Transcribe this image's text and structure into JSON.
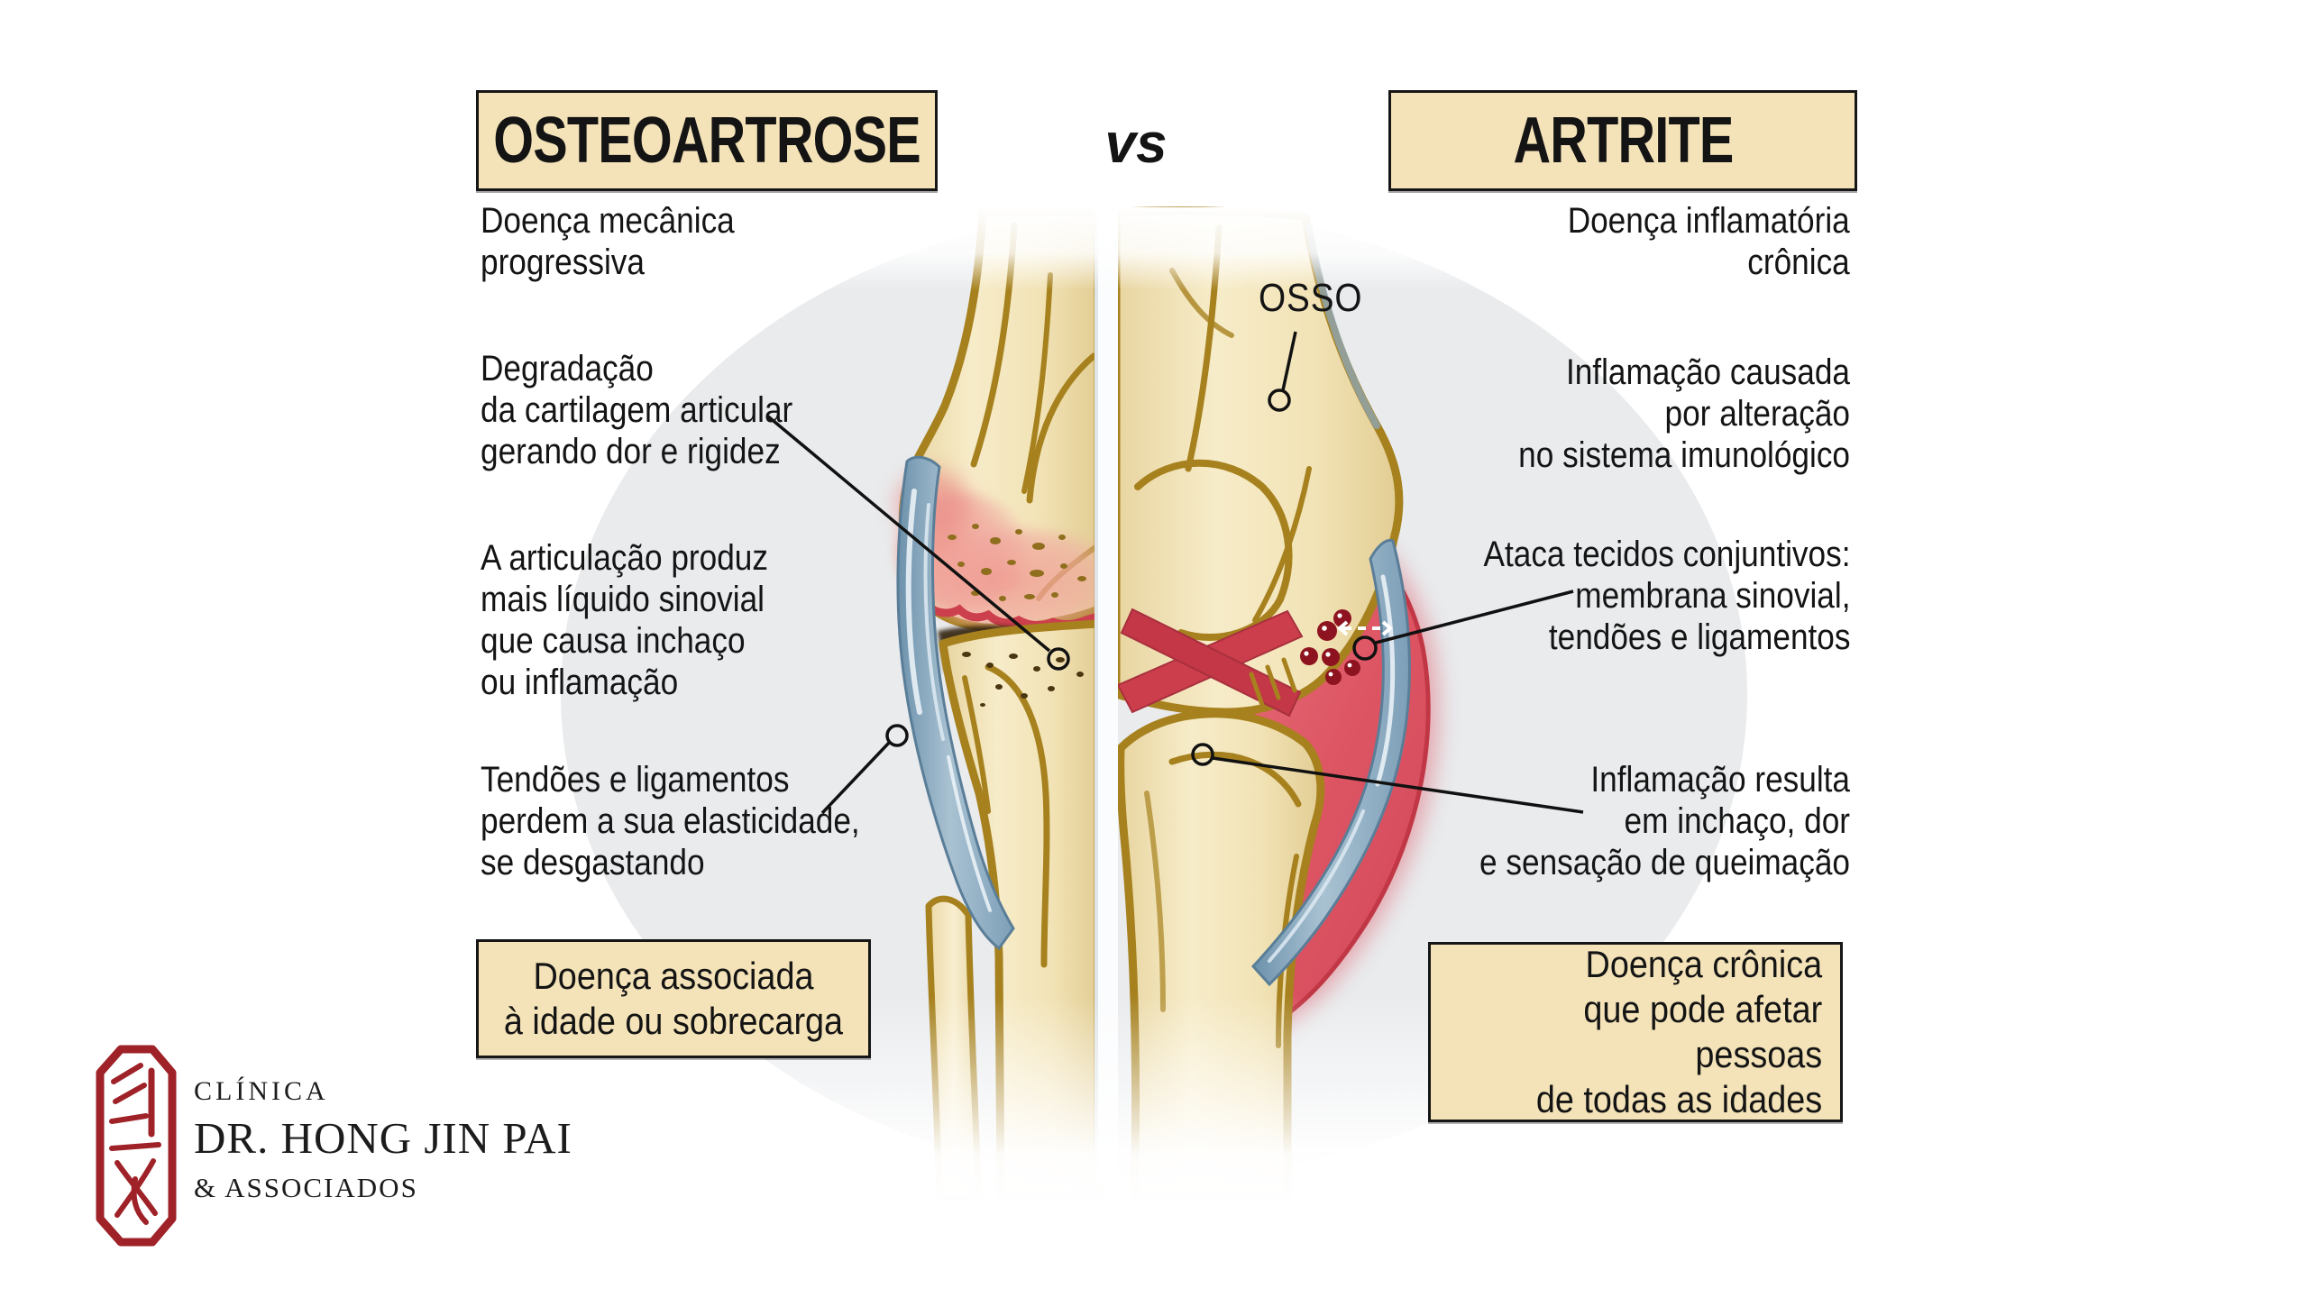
{
  "header": {
    "left_title": "OSTEOARTROSE",
    "vs_label": "vs",
    "right_title": "ARTRITE"
  },
  "left": {
    "subtitle": "Doença mecânica\nprogressiva",
    "notes": [
      "Degradação\nda cartilagem articular\ngerando dor e rigidez",
      "A articulação produz\nmais líquido sinovial\nque causa inchaço\nou inflamação",
      "Tendões e ligamentos\nperdem a sua elasticidade,\nse desgastando"
    ],
    "highlight_box": "Doença associada\nà idade ou sobrecarga"
  },
  "right": {
    "subtitle": "Doença inflamatória\ncrônica",
    "notes": [
      "Inflamação causada\npor alteração\nno sistema imunológico",
      "Ataca tecidos conjuntivos:\nmembrana sinovial,\ntendões e ligamentos",
      "Inflamação resulta\nem inchaço, dor\ne sensação de queimação"
    ],
    "highlight_box": "Doença crônica\nque pode afetar pessoas\nde todas as idades"
  },
  "illustration": {
    "bone_label": "OSSO"
  },
  "logo": {
    "line1": "CLÍNICA",
    "line2": "DR. HONG JIN PAI",
    "line3": "& ASSOCIADOS"
  },
  "colors": {
    "panel_bg": "#f4e3b8",
    "panel_border": "#161616",
    "text": "#141414",
    "ellipse_bg": "#e9ebed",
    "bone_fill": "#f3e5bb",
    "bone_outline": "#a6811e",
    "inflammation_red": "#dd5563",
    "inflammation_rim": "#c23745",
    "blood_dot": "#8e1320",
    "cartilage_pink": "#efa29b",
    "ligament_blue": "#8aa7bf",
    "logo_red": "#9e2227"
  }
}
